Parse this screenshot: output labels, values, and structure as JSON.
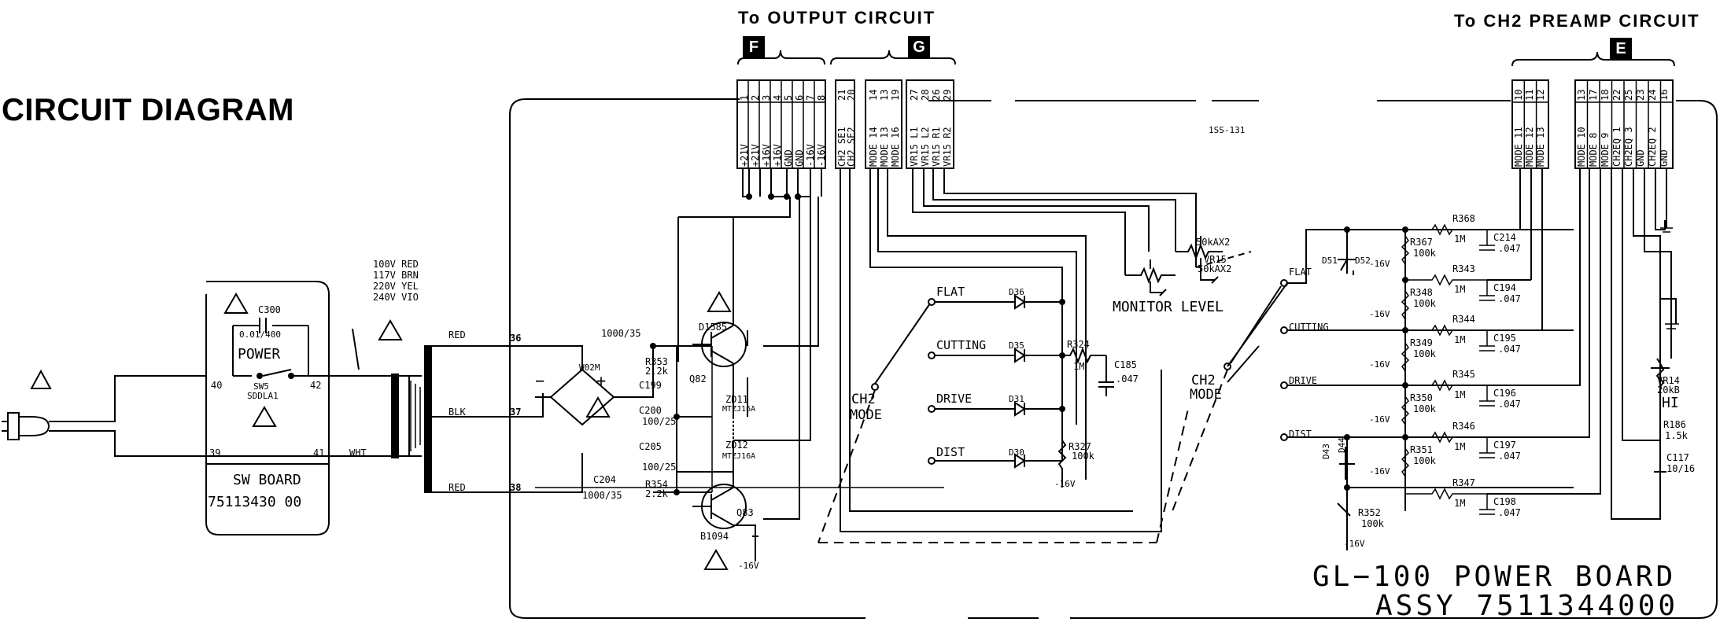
{
  "title": "CIRCUIT DIAGRAM",
  "headers": {
    "output": "To OUTPUT CIRCUIT",
    "preamp": "To CH2 PREAMP CIRCUIT"
  },
  "connector_tags": {
    "f": "F",
    "g": "G",
    "e": "E"
  },
  "connector_f": {
    "pins": [
      "1",
      "2",
      "3",
      "4",
      "5",
      "6",
      "7",
      "8"
    ],
    "signals": [
      "+21V",
      "+21V",
      "+16V",
      "+16V",
      "GND",
      "GND",
      "-16V",
      "-16V"
    ]
  },
  "connector_g": {
    "pins": [
      "21",
      "20",
      "14",
      "13",
      "19",
      "27",
      "28",
      "26",
      "29"
    ],
    "signals": [
      "CH2 SE1",
      "CH2 SE2",
      "MODE 14",
      "MODE 13",
      "MODE 16",
      "VR15 L1",
      "VR15 L2",
      "VR15 R1",
      "VR15 R2"
    ]
  },
  "connector_e1": {
    "pins": [
      "10",
      "11",
      "12"
    ],
    "signals": [
      "MODE 11",
      "MODE 12",
      "MODE 13"
    ]
  },
  "connector_e2": {
    "pins": [
      "13",
      "17",
      "18",
      "22",
      "25",
      "23",
      "24",
      "16"
    ],
    "signals": [
      "MODE 10",
      "MODE 8",
      "MODE 9",
      "CH2EQ 1",
      "CH2EQ 3",
      "GND",
      "CH2EQ 2",
      "GND"
    ]
  },
  "sw_board": {
    "name": "SW BOARD",
    "number": "75113430 00",
    "cap": "C300",
    "cap_value": "0.01/400",
    "switch_label": "POWER",
    "switch_ref": "SW5",
    "switch_part": "SDDLA1",
    "nodes": [
      "40",
      "42",
      "39",
      "41"
    ]
  },
  "voltages": [
    "100V RED",
    "117V BRN",
    "220V YEL",
    "240V VIO"
  ],
  "transformer": {
    "primary_wire": "WHT",
    "secondary": [
      "RED",
      "BLK",
      "RED"
    ],
    "nodes": [
      "36",
      "37",
      "38"
    ]
  },
  "bridge": {
    "ref": "W02M",
    "minus": "−",
    "plus": "+"
  },
  "components": {
    "c_main": "1000/35",
    "d1585": "D1585",
    "r353": "R353",
    "r353v": "2.2k",
    "c199": "C199",
    "q82": "Q82",
    "zd11": "ZD11",
    "zd11v": "MTZJ16A",
    "c200": "C200",
    "c200v": "100/25",
    "zd12": "ZD12",
    "zd12v": "MTZJ16A",
    "c205": "C205",
    "c205v": "100/25",
    "c204": "C204",
    "c204v": "1000/35",
    "r354": "R354",
    "r354v": "2.2k",
    "q83": "Q83",
    "b1094": "B1094",
    "neg16": "-16V",
    "diode_note": "1SS-131"
  },
  "mode_switch": {
    "positions": [
      "FLAT",
      "CUTTING",
      "DRIVE",
      "DIST"
    ],
    "diodes": [
      "D36",
      "D35",
      "D31",
      "D30"
    ],
    "label_line1": "CH2",
    "label_line2": "MODE",
    "r324": "R324",
    "r324v": "1M",
    "c185": "C185",
    "c185v": ".047",
    "r327": "R327",
    "r327v": "100k",
    "neg16": "-16V"
  },
  "monitor": {
    "vr15": "VR15",
    "vr15v": "50kAX2",
    "vr_note": "50kAX2",
    "label": "MONITOR LEVEL"
  },
  "mode_switch_right": {
    "positions": [
      "FLAT",
      "CUTTING",
      "DRIVE",
      "DIST"
    ],
    "label_line1": "CH2",
    "label_line2": "MODE",
    "d51": "D51",
    "d52": "D52",
    "d43": "D43",
    "d44": "D44",
    "r352": "R352",
    "r352v": "100k",
    "neg16": "-16V",
    "rows": [
      {
        "r_shunt": "R367",
        "r_shunt_v": "100k",
        "r_series": "R368",
        "r_series_v": "1M",
        "cap": "C214",
        "cap_v": ".047"
      },
      {
        "r_shunt": "R348",
        "r_shunt_v": "100k",
        "r_series": "R343",
        "r_series_v": "1M",
        "cap": "C194",
        "cap_v": ".047"
      },
      {
        "r_shunt": "R349",
        "r_shunt_v": "100k",
        "r_series": "R344",
        "r_series_v": "1M",
        "cap": "C195",
        "cap_v": ".047"
      },
      {
        "r_shunt": "R350",
        "r_shunt_v": "100k",
        "r_series": "R345",
        "r_series_v": "1M",
        "cap": "C196",
        "cap_v": ".047"
      },
      {
        "r_shunt": "R351",
        "r_shunt_v": "100k",
        "r_series": "R346",
        "r_series_v": "1M",
        "cap": "C197",
        "cap_v": ".047"
      },
      {
        "r_shunt": "",
        "r_shunt_v": "",
        "r_series": "R347",
        "r_series_v": "1M",
        "cap": "C198",
        "cap_v": ".047"
      }
    ]
  },
  "hi_section": {
    "vr14": "VR14",
    "vr14v": "20kB",
    "hi": "HI",
    "r186": "R186",
    "r186v": "1.5k",
    "c117": "C117",
    "c117v": "10/16"
  },
  "board_label": {
    "line1": "GL−100 POWER BOARD",
    "line2": "ASSY 7511344000"
  },
  "warning_symbol": "⚠"
}
